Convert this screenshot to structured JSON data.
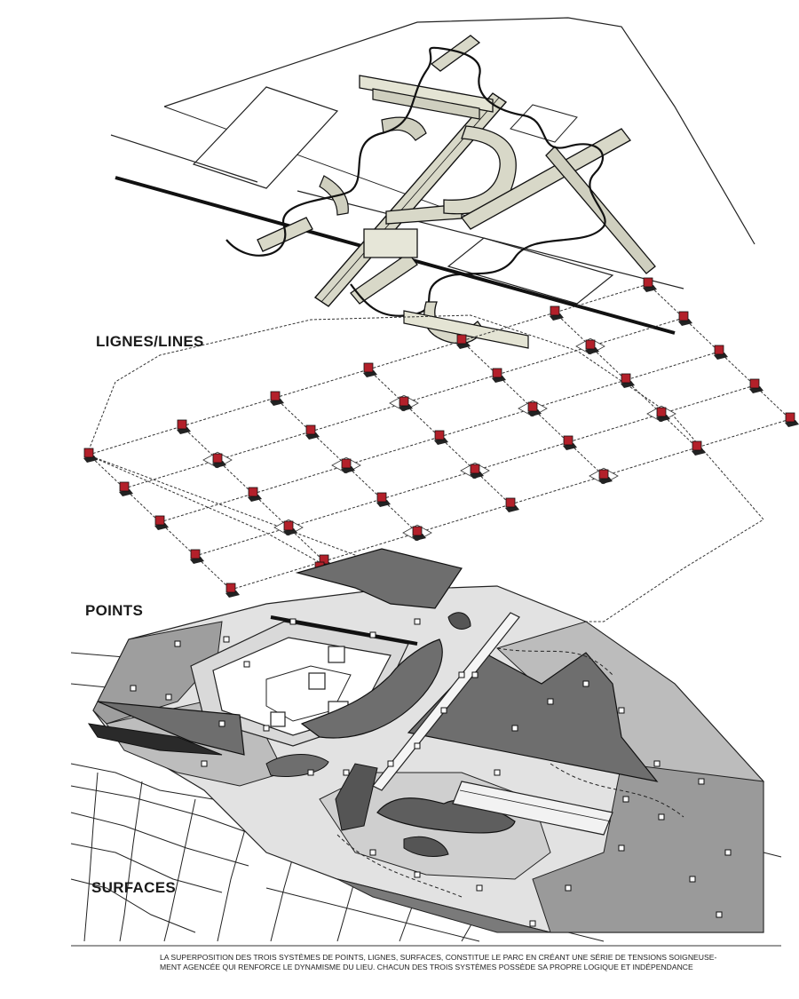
{
  "labels": {
    "lines": "LIGNES/LINES",
    "points": "POINTS",
    "surfaces": "SURFACES"
  },
  "caption": {
    "line1": "LA SUPERPOSITION DES TROIS SYSTÈMES DE POINTS, LIGNES, SURFACES, CONSTITUE LE PARC EN CRÉANT UNE SÉRIE DE TENSIONS SOIGNEUSE-",
    "line2": "MENT AGENCÉE QUI RENFORCE LE DYNAMISME DU LIEU. CHACUN DES TROIS SYSTÈMES POSSÈDE SA PROPRE LOGIQUE ET INDÉPENDANCE"
  },
  "colors": {
    "ink": "#1a1a1a",
    "folly_red": "#b3202a",
    "dark_surface": "#6e6e6e",
    "mid_surface": "#a9a9a9",
    "light_surface": "#d4d4d4",
    "pale_surface": "#ebebeb",
    "line_solid": "#c8c8b8"
  }
}
